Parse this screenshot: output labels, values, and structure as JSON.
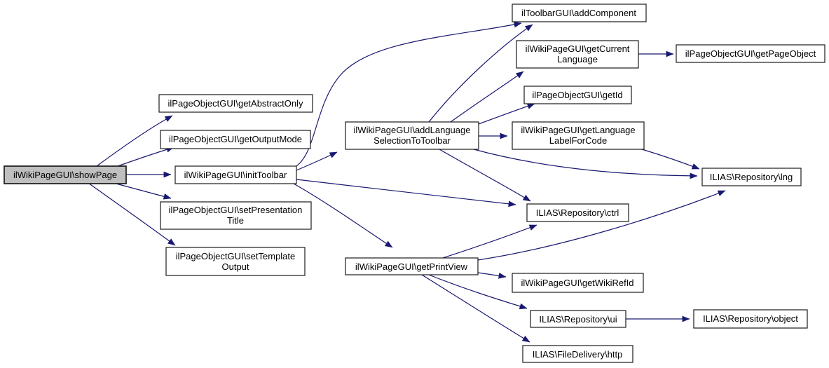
{
  "diagram": {
    "type": "call-graph",
    "root_function": "ilWikiPageGUI\\showPage",
    "colors": {
      "edge": "#191970",
      "node_border": "#1a1a1a",
      "node_fill": "#ffffff",
      "highlight_node_fill": "#bfbfbf",
      "text": "#000000",
      "background": "#ffffff"
    },
    "nodes": {
      "showpage": {
        "lines": [
          "ilWikiPageGUI\\showPage"
        ],
        "highlighted": true
      },
      "getabstractonly": {
        "lines": [
          "ilPageObjectGUI\\getAbstractOnly"
        ]
      },
      "getoutputmode": {
        "lines": [
          "ilPageObjectGUI\\getOutputMode"
        ]
      },
      "inittoolbar": {
        "lines": [
          "ilWikiPageGUI\\initToolbar"
        ]
      },
      "setpresentationtitle": {
        "lines": [
          "ilPageObjectGUI\\setPresentation",
          "Title"
        ]
      },
      "settemplateoutput": {
        "lines": [
          "ilPageObjectGUI\\setTemplate",
          "Output"
        ]
      },
      "addlanguage": {
        "lines": [
          "ilWikiPageGUI\\addLanguage",
          "SelectionToToolbar"
        ]
      },
      "addcomponent": {
        "lines": [
          "ilToolbarGUI\\addComponent"
        ]
      },
      "getcurrentlanguage": {
        "lines": [
          "ilWikiPageGUI\\getCurrent",
          "Language"
        ]
      },
      "getid": {
        "lines": [
          "ilPageObjectGUI\\getId"
        ]
      },
      "getlanguagelabel": {
        "lines": [
          "ilWikiPageGUI\\getLanguage",
          "LabelForCode"
        ]
      },
      "getpageobject": {
        "lines": [
          "ilPageObjectGUI\\getPageObject"
        ]
      },
      "lng": {
        "lines": [
          "ILIAS\\Repository\\lng"
        ]
      },
      "ctrl": {
        "lines": [
          "ILIAS\\Repository\\ctrl"
        ]
      },
      "getprintview": {
        "lines": [
          "ilWikiPageGUI\\getPrintView"
        ]
      },
      "getwikirefid": {
        "lines": [
          "ilWikiPageGUI\\getWikiRefId"
        ]
      },
      "ui": {
        "lines": [
          "ILIAS\\Repository\\ui"
        ]
      },
      "http": {
        "lines": [
          "ILIAS\\FileDelivery\\http"
        ]
      },
      "object": {
        "lines": [
          "ILIAS\\Repository\\object"
        ]
      }
    },
    "edges": [
      {
        "from": "showpage",
        "to": "getabstractonly"
      },
      {
        "from": "showpage",
        "to": "getoutputmode"
      },
      {
        "from": "showpage",
        "to": "inittoolbar"
      },
      {
        "from": "showpage",
        "to": "setpresentationtitle"
      },
      {
        "from": "showpage",
        "to": "settemplateoutput"
      },
      {
        "from": "inittoolbar",
        "to": "addcomponent"
      },
      {
        "from": "inittoolbar",
        "to": "addlanguage"
      },
      {
        "from": "inittoolbar",
        "to": "ctrl"
      },
      {
        "from": "inittoolbar",
        "to": "getprintview"
      },
      {
        "from": "addlanguage",
        "to": "addcomponent"
      },
      {
        "from": "addlanguage",
        "to": "getcurrentlanguage"
      },
      {
        "from": "addlanguage",
        "to": "getid"
      },
      {
        "from": "addlanguage",
        "to": "getlanguagelabel"
      },
      {
        "from": "addlanguage",
        "to": "ctrl"
      },
      {
        "from": "addlanguage",
        "to": "lng"
      },
      {
        "from": "getcurrentlanguage",
        "to": "getpageobject"
      },
      {
        "from": "getlanguagelabel",
        "to": "lng"
      },
      {
        "from": "getprintview",
        "to": "ctrl"
      },
      {
        "from": "getprintview",
        "to": "lng"
      },
      {
        "from": "getprintview",
        "to": "getwikirefid"
      },
      {
        "from": "getprintview",
        "to": "ui"
      },
      {
        "from": "getprintview",
        "to": "http"
      },
      {
        "from": "ui",
        "to": "object"
      }
    ]
  }
}
